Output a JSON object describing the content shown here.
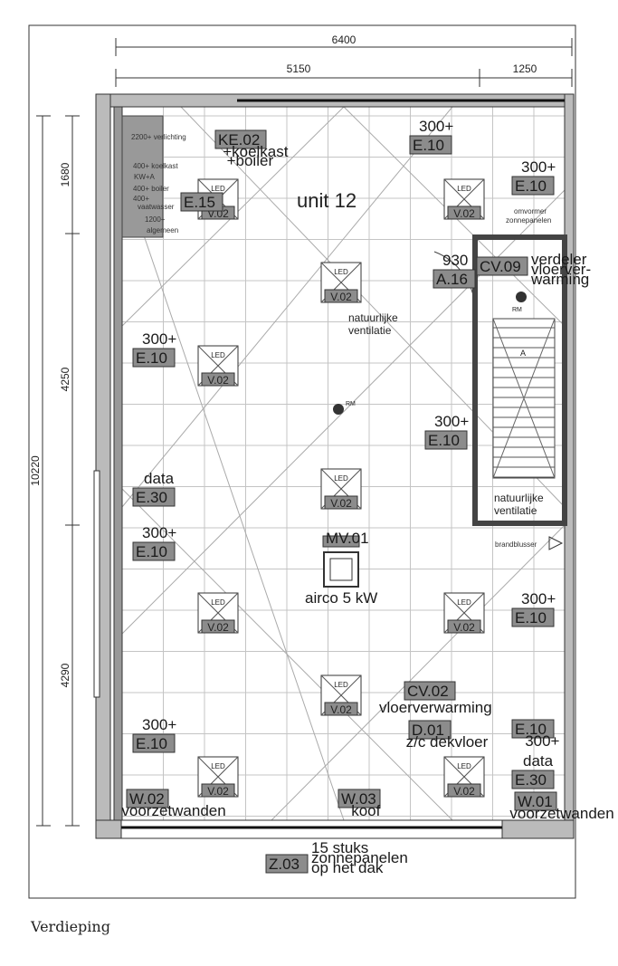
{
  "title": "unit 12",
  "caption": "Verdieping",
  "dimensions": {
    "total_width": "6400",
    "width_left": "5150",
    "width_right": "1250",
    "total_height": "10220",
    "h1": "1680",
    "h2": "4250",
    "h3": "4290"
  },
  "panel_notes": [
    "2200+ verlichting",
    "400+ koelkast",
    "KW+A",
    "400+ boiler",
    "400+",
    "vaatwasser",
    "1200+",
    "algemeen"
  ],
  "tags": [
    {
      "label": "KE.02",
      "note": "+koelkast",
      "note2": "+boiler"
    },
    {
      "label": "E.15"
    },
    {
      "label": "E.10",
      "note": "300+"
    },
    {
      "label": "E.10",
      "note": "300+"
    },
    {
      "label": "A.16",
      "note": "930"
    },
    {
      "label": "CV.09",
      "note": "verdeler",
      "note2": "vloerver-",
      "note3": "warming"
    },
    {
      "label": "E.10",
      "note": "300+"
    },
    {
      "label": "E.10",
      "note": "300+"
    },
    {
      "label": "E.30",
      "note": "data"
    },
    {
      "label": "E.10",
      "note": "300+"
    },
    {
      "label": "MV.01",
      "note": "airco 5 kW"
    },
    {
      "label": "E.10",
      "note": "300+"
    },
    {
      "label": "CV.02",
      "note": "vloerverwarming"
    },
    {
      "label": "D.01",
      "note": "z/c dekvloer"
    },
    {
      "label": "E.10",
      "note": "300+"
    },
    {
      "label": "E.10",
      "note": "300+"
    },
    {
      "label": "E.30",
      "note": "data"
    },
    {
      "label": "W.02",
      "note": "voorzetwanden"
    },
    {
      "label": "W.03",
      "note": "koof"
    },
    {
      "label": "W.01",
      "note": "voorzetwanden"
    },
    {
      "label": "Z.03",
      "note": "15 stuks",
      "note2": "zonnepanelen",
      "note3": "op het dak"
    }
  ],
  "led": {
    "label": "LED",
    "code": "V.02"
  },
  "labels": {
    "omvormer": "omvormer",
    "zonnepanelen": "zonnepanelen",
    "ventilatie1": "natuurlijke",
    "ventilatie2": "ventilatie",
    "rm": "RM",
    "brandblusser": "brandblusser",
    "stair_a": "A"
  }
}
